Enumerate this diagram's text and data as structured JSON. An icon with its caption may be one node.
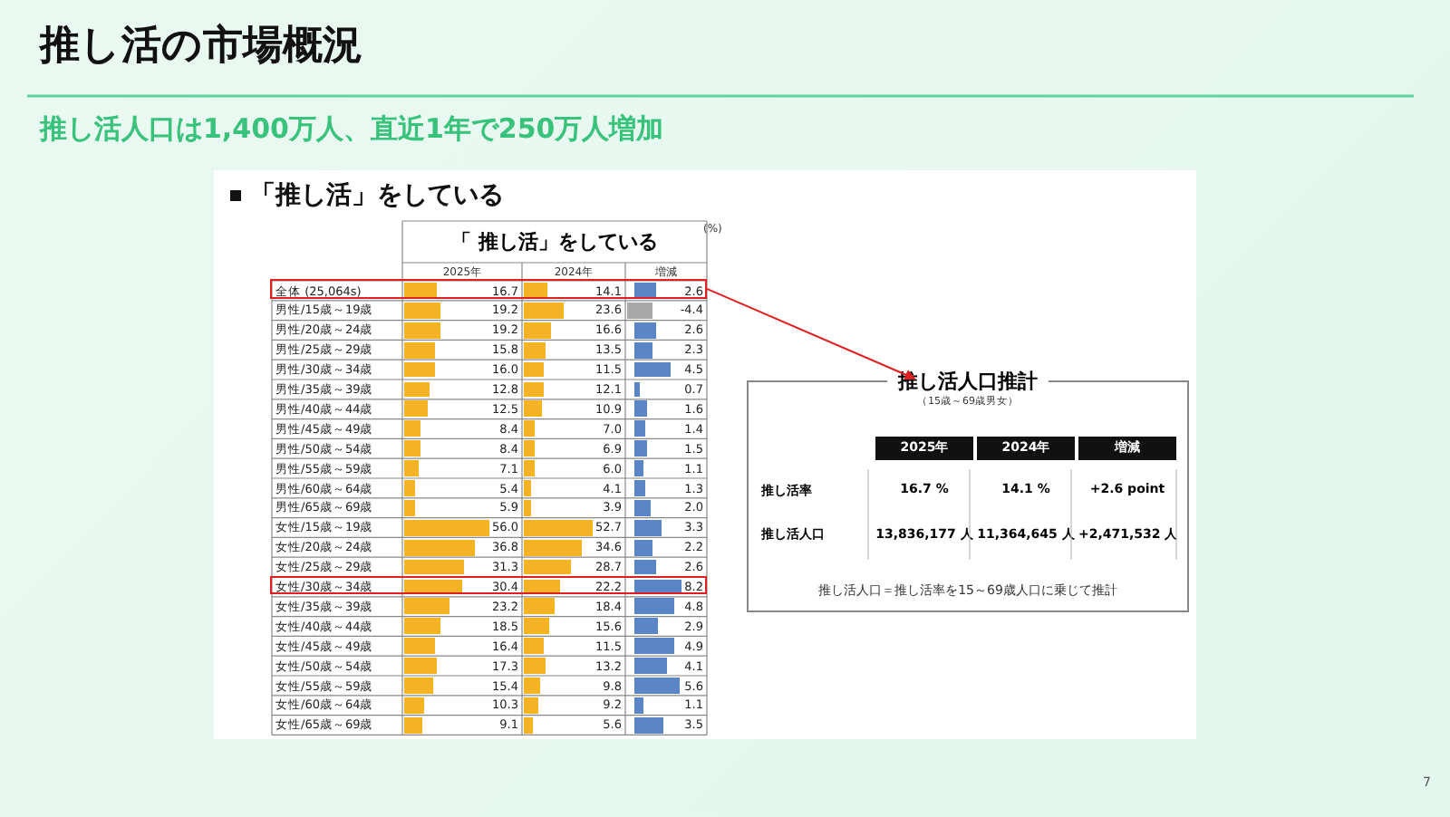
{
  "diagram": {
    "title": "推し活の市場概況",
    "nodes": [
      {
        "text": [],
        "shape": "box"
      },
      {
        "text": [
          "推し活人口推計",
          "（15歳～69歳男女）"
        ]
      }
    ],
    "edges": [
      {
        "from": 0,
        "to": 1,
        "arrow": "to",
        "color": "#e02020"
      }
    ],
    "labels": [
      "推し活人口は1,400万人、直近1年で250万人増加",
      "「推し活」をしている",
      "「 推し活」をしている",
      "(%)",
      "2025年",
      "2024年",
      "増減",
      "全体 (25,064s)",
      "16.7",
      "14.1",
      "2.6",
      "男性/15歳～19歳",
      "19.2",
      "23.6",
      "-4.4",
      "男性/20歳～24歳",
      "19.2",
      "16.6",
      "2.6",
      "男性/25歳～29歳",
      "15.8",
      "13.5",
      "2.3",
      "男性/30歳～34歳",
      "16.0",
      "11.5",
      "4.5",
      "男性/35歳～39歳",
      "12.8",
      "12.1",
      "0.7",
      "男性/40歳～44歳",
      "12.5",
      "10.9",
      "1.6",
      "男性/45歳～49歳",
      "8.4",
      "7.0",
      "1.4",
      "男性/50歳～54歳",
      "8.4",
      "6.9",
      "1.5",
      "男性/55歳～59歳",
      "7.1",
      "6.0",
      "1.1",
      "男性/60歳～64歳",
      "5.4",
      "4.1",
      "1.3",
      "男性/65歳～69歳",
      "5.9",
      "3.9",
      "2.0",
      "女性/15歳～19歳",
      "56.0",
      "52.7",
      "3.3",
      "女性/20歳～24歳",
      "36.8",
      "34.6",
      "2.2",
      "女性/25歳～29歳",
      "31.3",
      "28.7",
      "2.6",
      "女性/30歳～34歳",
      "30.4",
      "22.2",
      "8.2",
      "女性/35歳～39歳",
      "23.2",
      "18.4",
      "4.8",
      "女性/40歳～44歳",
      "18.5",
      "15.6",
      "2.9",
      "女性/45歳～49歳",
      "16.4",
      "11.5",
      "4.9",
      "女性/50歳～54歳",
      "17.3",
      "13.2",
      "4.1",
      "女性/55歳～59歳",
      "15.4",
      "9.8",
      "5.6",
      "女性/60歳～64歳",
      "10.3",
      "9.2",
      "1.1",
      "女性/65歳～69歳",
      "9.1",
      "5.6",
      "3.5",
      "2025年",
      "2024年",
      "増減",
      "推し活率",
      "16.7 %",
      "14.1 %",
      "+2.6 point",
      "推し活人口",
      "13,836,177 人",
      "11,364,645 人",
      "+2,471,532 人",
      "推し活人口＝推し活率を15～69歳人口に乗じて推計",
      "7"
    ]
  }
}
